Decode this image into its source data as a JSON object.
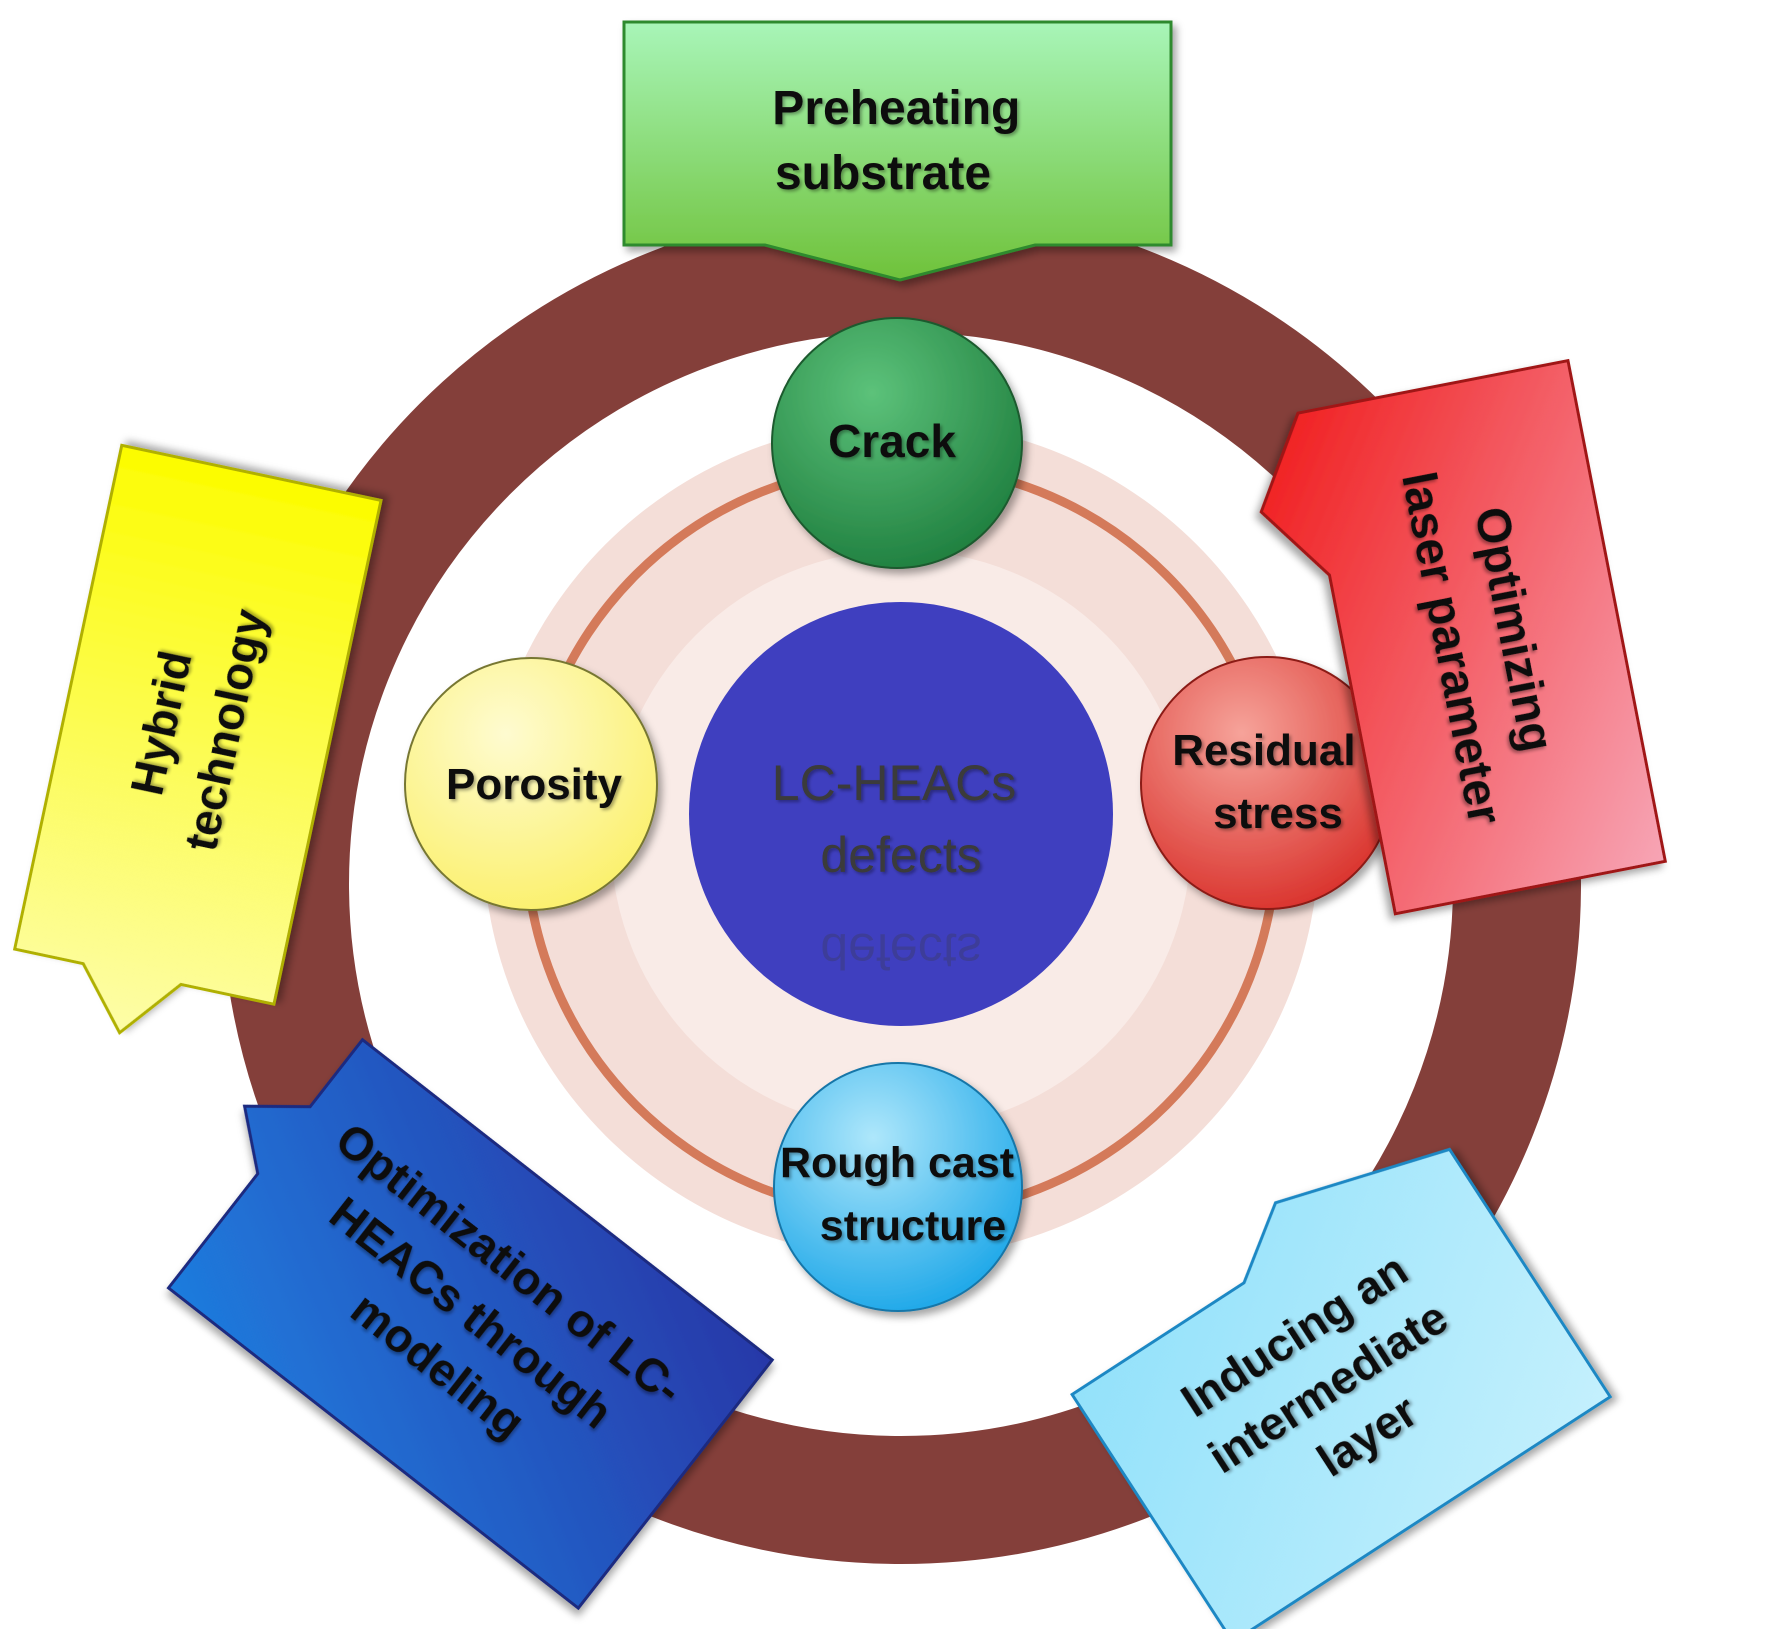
{
  "center": {
    "label": [
      "LC-HEACs",
      "defects"
    ],
    "color": "#3f3fbf"
  },
  "defects": [
    {
      "id": "crack",
      "label": [
        "Crack"
      ],
      "color_light": "#5cc27a",
      "color_dark": "#1e7e3e"
    },
    {
      "id": "residual-stress",
      "label": [
        "Residual",
        "stress"
      ],
      "color_light": "#f6a39a",
      "color_dark": "#d9302a"
    },
    {
      "id": "rough-cast-structure",
      "label": [
        "Rough cast",
        "structure"
      ],
      "color_light": "#aee7fb",
      "color_dark": "#1aa6e8"
    },
    {
      "id": "porosity",
      "label": [
        "Porosity"
      ],
      "color_light": "#fefbd0",
      "color_dark": "#fbf06a"
    }
  ],
  "solutions": [
    {
      "id": "preheating-substrate",
      "label": [
        "Preheating",
        "substrate"
      ],
      "color_light": "#a8f5b8",
      "color_dark": "#6fc23a"
    },
    {
      "id": "optimizing-laser-parameter",
      "label": [
        "Optimizing",
        "laser parameter"
      ],
      "color_light": "#f7a5b5",
      "color_dark": "#f01818"
    },
    {
      "id": "inducing-intermediate-layer",
      "label": [
        "Inducing an",
        "intermediate",
        "layer"
      ],
      "color_light": "#8fe0fa",
      "color_dark": "#c4f0fd"
    },
    {
      "id": "optimization-through-modeling",
      "label": [
        "Optimization of LC-",
        "HEACs through",
        "modeling"
      ],
      "color_light": "#1e7fe0",
      "color_dark": "#2838a8"
    },
    {
      "id": "hybrid-technology",
      "label": [
        "Hybrid",
        "technology"
      ],
      "color_light": "#fdfda8",
      "color_dark": "#fcfc00"
    }
  ],
  "ring_color": "#843f3a",
  "inner_ring_color": "#d47a5a"
}
